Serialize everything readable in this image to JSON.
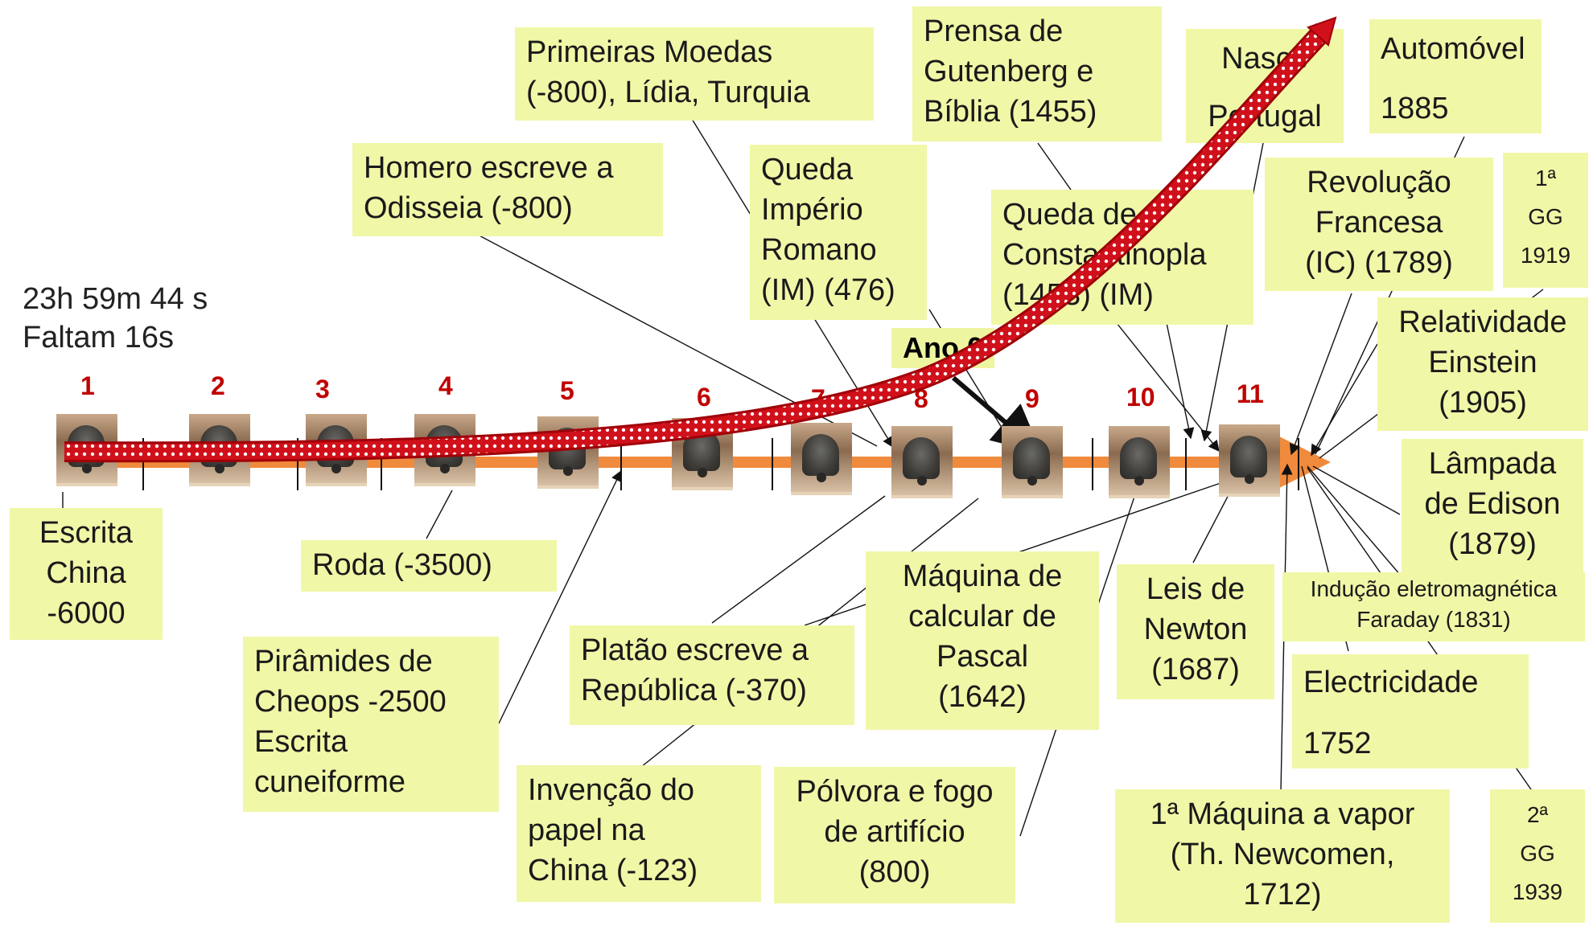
{
  "clock": {
    "line1": "23h 59m 44 s",
    "line2": "Faltam 16s"
  },
  "hour_numbers": [
    "1",
    "2",
    "3",
    "4",
    "5",
    "6",
    "7",
    "8",
    "9",
    "10",
    "11"
  ],
  "ano_zero": "Ano 0",
  "events": {
    "escrita_china": [
      "Escrita",
      "China",
      "-6000"
    ],
    "roda": [
      "Roda (-3500)"
    ],
    "piramides": [
      "Pirâmides de",
      "Cheops  -2500",
      "Escrita",
      "cuneiforme"
    ],
    "homero": [
      "Homero escreve a",
      "Odisseia (-800)"
    ],
    "moedas": [
      "Primeiras Moedas",
      "(-800), Lídia, Turquia"
    ],
    "platao": [
      "Platão escreve a",
      "República (-370)"
    ],
    "papel": [
      "Invenção do",
      "papel na",
      "China (-123)"
    ],
    "queda_roma": [
      "Queda",
      "Império",
      "Romano",
      "(IM) (476)"
    ],
    "polvora": [
      "Pólvora e fogo",
      "de artifício",
      "(800)"
    ],
    "pascal": [
      "Máquina de",
      "calcular de",
      "Pascal",
      "(1642)"
    ],
    "gutenberg": [
      "Prensa de",
      "Gutenberg e",
      "Bíblia (1455)"
    ],
    "constantinopla": [
      "Queda de",
      "Constantinopla",
      "(1453) (IM)"
    ],
    "portugal": [
      "Nasce",
      "Portugal"
    ],
    "newton": [
      "Leis de",
      "Newton",
      "(1687)"
    ],
    "automovel": [
      "Automóvel",
      "1885"
    ],
    "revolucao": [
      "Revolução",
      "Francesa",
      "(IC) (1789)"
    ],
    "gg1": [
      "1ª",
      "GG",
      "1919"
    ],
    "relatividade": [
      "Relatividade",
      "Einstein",
      "(1905)"
    ],
    "lampada": [
      "Lâmpada",
      "de Edison",
      "(1879)"
    ],
    "faraday": [
      "Indução eletromagnética",
      "Faraday (1831)"
    ],
    "electricidade": [
      "Electricidade",
      "1752"
    ],
    "vapor": [
      "1ª Máquina a vapor",
      "(Th. Newcomen,",
      "1712)"
    ],
    "gg2": [
      "2ª",
      "GG",
      "1939"
    ]
  },
  "colors": {
    "note": "#f0f7a7",
    "timeline": "#f08a3c",
    "curve": "#d0101a",
    "numbers": "#c00000"
  }
}
